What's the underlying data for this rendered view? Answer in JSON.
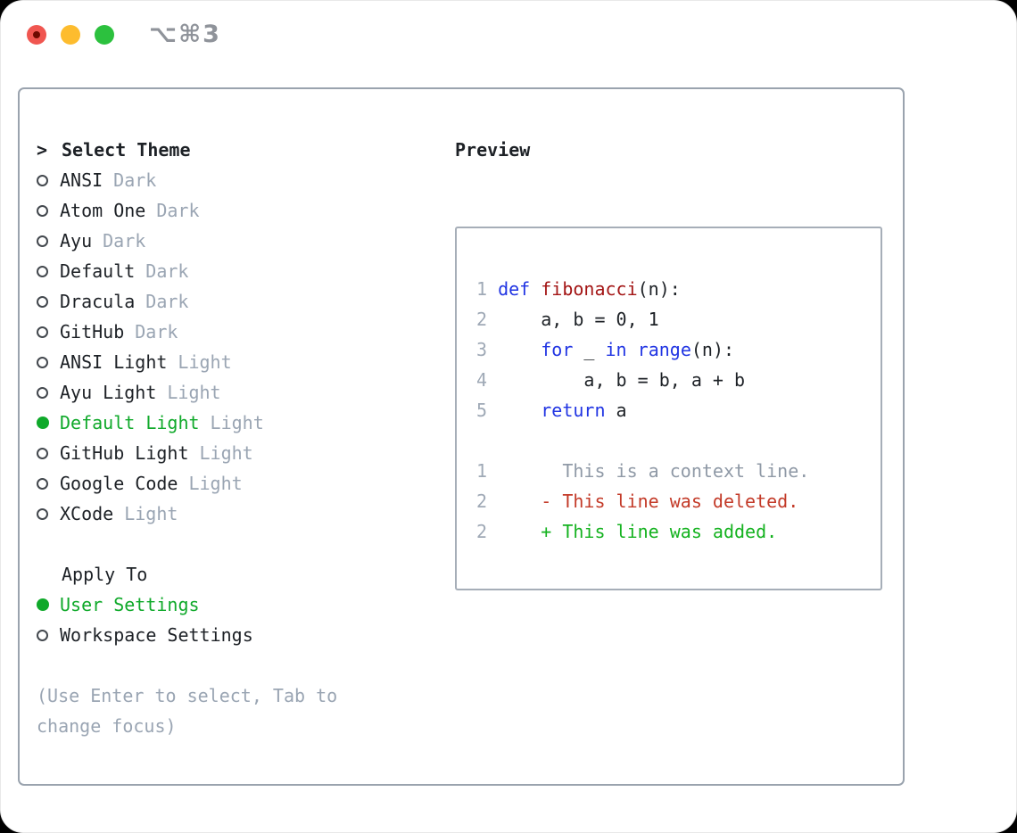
{
  "titlebar": {
    "shortcut": "⌥⌘3"
  },
  "theme_list": {
    "header_prefix": ">",
    "header": "Select Theme",
    "items": [
      {
        "name": "ANSI",
        "variant": "Dark",
        "selected": false
      },
      {
        "name": "Atom One",
        "variant": "Dark",
        "selected": false
      },
      {
        "name": "Ayu",
        "variant": "Dark",
        "selected": false
      },
      {
        "name": "Default",
        "variant": "Dark",
        "selected": false
      },
      {
        "name": "Dracula",
        "variant": "Dark",
        "selected": false
      },
      {
        "name": "GitHub",
        "variant": "Dark",
        "selected": false
      },
      {
        "name": "ANSI Light",
        "variant": "Light",
        "selected": false
      },
      {
        "name": "Ayu Light",
        "variant": "Light",
        "selected": false
      },
      {
        "name": "Default Light",
        "variant": "Light",
        "selected": true
      },
      {
        "name": "GitHub Light",
        "variant": "Light",
        "selected": false
      },
      {
        "name": "Google Code",
        "variant": "Light",
        "selected": false
      },
      {
        "name": "XCode",
        "variant": "Light",
        "selected": false
      }
    ]
  },
  "apply_to": {
    "header": "Apply To",
    "options": [
      {
        "label": "User Settings",
        "selected": true
      },
      {
        "label": "Workspace Settings",
        "selected": false
      }
    ]
  },
  "hint": "(Use Enter to select, Tab to change focus)",
  "preview": {
    "header": "Preview",
    "code_lines": [
      [
        [
          "ln",
          "1 "
        ],
        [
          "kw",
          "def "
        ],
        [
          "fn",
          "fibonacci"
        ],
        [
          "pl",
          "(n):"
        ]
      ],
      [
        [
          "ln",
          "2 "
        ],
        [
          "pl",
          "    a, b = 0, 1"
        ]
      ],
      [
        [
          "ln",
          "3 "
        ],
        [
          "pl",
          "    "
        ],
        [
          "kw",
          "for"
        ],
        [
          "pl",
          " _ "
        ],
        [
          "kw",
          "in"
        ],
        [
          "pl",
          " "
        ],
        [
          "kw",
          "range"
        ],
        [
          "pl",
          "(n):"
        ]
      ],
      [
        [
          "ln",
          "4 "
        ],
        [
          "pl",
          "        a, b = b, a + b"
        ]
      ],
      [
        [
          "ln",
          "5 "
        ],
        [
          "pl",
          "    "
        ],
        [
          "kw",
          "return"
        ],
        [
          "pl",
          " a"
        ]
      ]
    ],
    "diff_lines": [
      [
        [
          "ln",
          "1"
        ],
        [
          "ctx",
          "       This is a context line."
        ]
      ],
      [
        [
          "ln",
          "2"
        ],
        [
          "del",
          "     - This line was deleted."
        ]
      ],
      [
        [
          "ln",
          "2"
        ],
        [
          "add",
          "     + This line was added."
        ]
      ]
    ]
  },
  "colors": {
    "selection_green": "#0fa92a",
    "added_green": "#14b21f",
    "deleted_red": "#c33a28",
    "keyword_blue": "#2135e3",
    "function_red": "#a31515",
    "muted_gray": "#9aa5b3",
    "panel_border": "#9aa3ae",
    "traffic_red": "#f05650",
    "traffic_yellow": "#fdbc2e",
    "traffic_green": "#2cc13e"
  }
}
